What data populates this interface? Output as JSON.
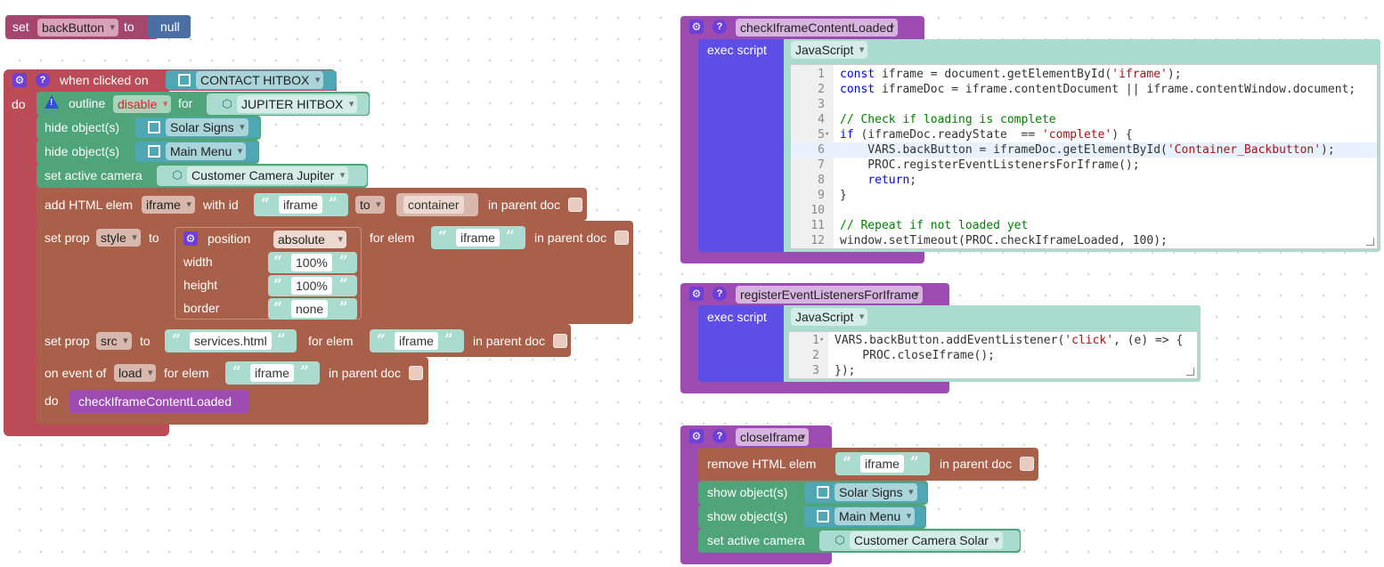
{
  "set_block": {
    "set_label": "set",
    "var": "backButton",
    "to_label": "to",
    "value": "null"
  },
  "event": {
    "when_label": "when clicked on",
    "target": "CONTACT HITBOX",
    "do_label": "do",
    "outline": {
      "label": "outline",
      "mode": "disable",
      "for_label": "for",
      "target": "JUPITER HITBOX"
    },
    "hide1": {
      "label": "hide object(s)",
      "target": "Solar Signs"
    },
    "hide2": {
      "label": "hide object(s)",
      "target": "Main Menu"
    },
    "camera": {
      "label": "set active camera",
      "target": "Customer Camera Jupiter"
    },
    "add_html": {
      "label": "add HTML elem",
      "tag": "iframe",
      "with_id": "with id",
      "id": "iframe",
      "to": "to",
      "parent": "container",
      "in_parent": "in parent doc"
    },
    "set_style": {
      "label": "set prop",
      "prop": "style",
      "to": "to",
      "position_label": "position",
      "position_value": "absolute",
      "width_label": "width",
      "width_value": "100%",
      "height_label": "height",
      "height_value": "100%",
      "border_label": "border",
      "border_value": "none",
      "for_elem": "for elem",
      "elem": "iframe",
      "in_parent": "in parent doc"
    },
    "set_src": {
      "label": "set prop",
      "prop": "src",
      "to": "to",
      "value": "services.html",
      "for_elem": "for elem",
      "elem": "iframe",
      "in_parent": "in parent doc"
    },
    "on_event": {
      "label": "on event of",
      "event": "load",
      "for_elem": "for elem",
      "elem": "iframe",
      "in_parent": "in parent doc",
      "do_label": "do",
      "call": "checkIframeContentLoaded"
    }
  },
  "proc1": {
    "name": "checkIframeContentLoaded",
    "exec_label": "exec script",
    "lang": "JavaScript",
    "lines": [
      "const iframe = document.getElementById('iframe');",
      "const iframeDoc = iframe.contentDocument || iframe.contentWindow.document;",
      "",
      "// Check if loading is complete",
      "if (iframeDoc.readyState  == 'complete') {",
      "    VARS.backButton = iframeDoc.getElementById('Container_Backbutton');",
      "    PROC.registerEventListenersForIframe();",
      "    return;",
      "}",
      "",
      "// Repeat if not loaded yet",
      "window.setTimeout(PROC.checkIframeLoaded, 100);"
    ],
    "line_numbers": [
      "1",
      "2",
      "3",
      "4",
      "5",
      "6",
      "7",
      "8",
      "9",
      "10",
      "11",
      "12"
    ]
  },
  "proc2": {
    "name": "registerEventListenersForIframe",
    "exec_label": "exec script",
    "lang": "JavaScript",
    "lines": [
      "VARS.backButton.addEventListener('click', (e) => {",
      "    PROC.closeIframe();",
      "});"
    ],
    "line_numbers": [
      "1",
      "2",
      "3"
    ]
  },
  "proc3": {
    "name": "closeIframe",
    "remove": {
      "label": "remove HTML elem",
      "elem": "iframe",
      "in_parent": "in parent doc"
    },
    "show1": {
      "label": "show object(s)",
      "target": "Solar Signs"
    },
    "show2": {
      "label": "show object(s)",
      "target": "Main Menu"
    },
    "camera": {
      "label": "set active camera",
      "target": "Customer Camera Solar"
    }
  },
  "colors": {
    "variable": "#a5466f",
    "null_block": "#4b6fa3",
    "event": "#bb4b57",
    "action_green": "#4fa479",
    "html_brown": "#a9604a",
    "procedure": "#9c4cb0",
    "exec_inner": "#5d4fe6",
    "object_teal": "#4fa6b4",
    "string": "#a9dbcf"
  }
}
